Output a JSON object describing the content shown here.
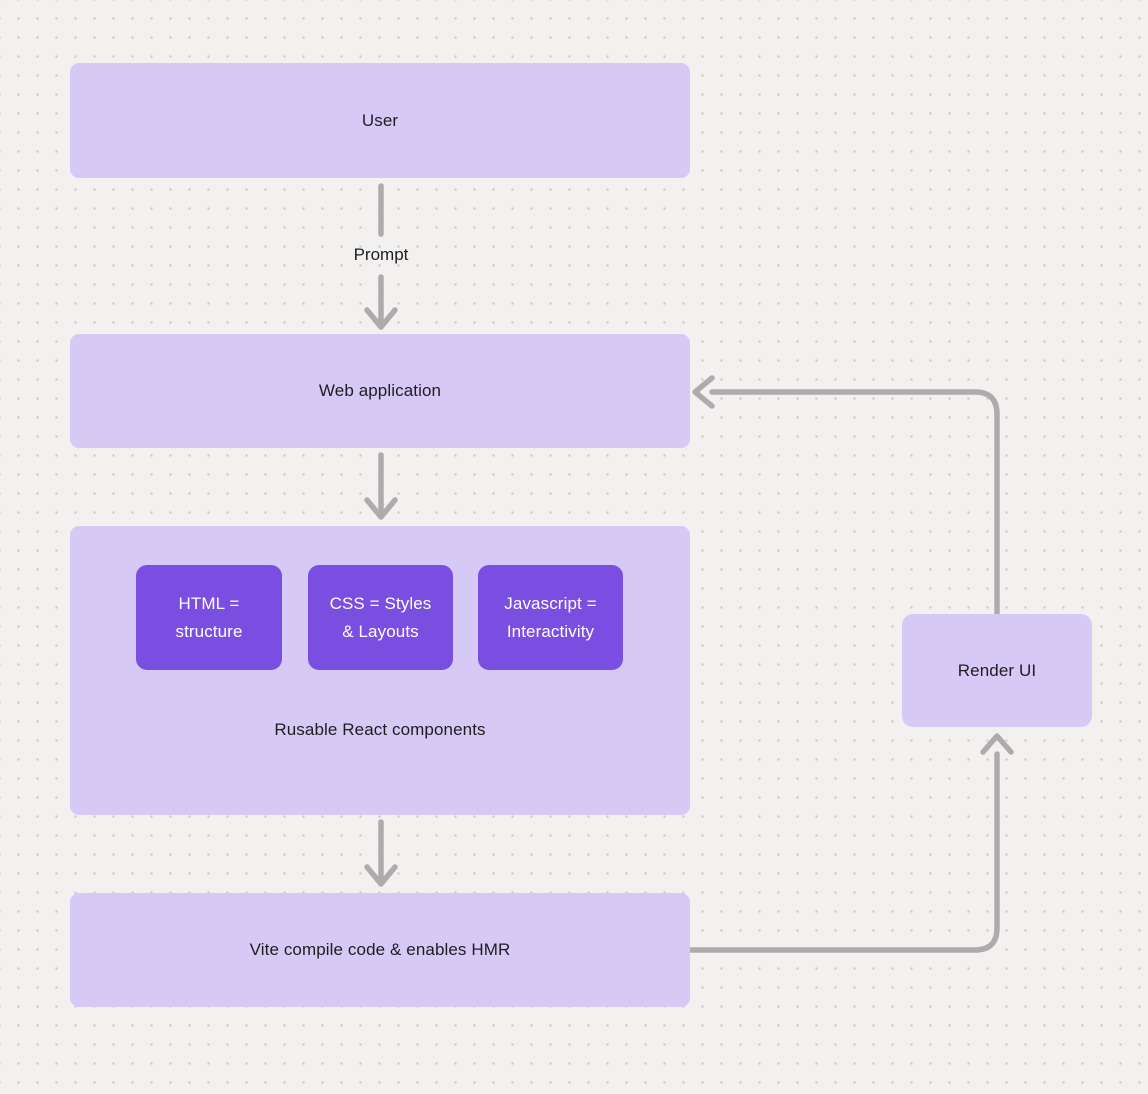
{
  "diagram": {
    "title_hint": "React + Vite rendering flow",
    "colors": {
      "canvas_background": "#f2f1ef",
      "dot_grid": "#c9c7c5",
      "node_fill": "#d7c9f6",
      "chip_fill": "#7b4ee2",
      "chip_text": "#ffffff",
      "connector": "#adabab",
      "text": "#1e1e20"
    },
    "nodes": {
      "user": {
        "label": "User"
      },
      "web_application": {
        "label": "Web application"
      },
      "components_group": {
        "caption": "Rusable React components",
        "items": [
          {
            "lines": [
              "HTML =",
              "structure"
            ]
          },
          {
            "lines": [
              "CSS = Styles",
              "& Layouts"
            ]
          },
          {
            "lines": [
              "Javascript =",
              "Interactivity"
            ]
          }
        ]
      },
      "vite": {
        "label": "Vite compile code & enables HMR"
      },
      "render_ui": {
        "label": "Render UI"
      }
    },
    "edges": {
      "user_to_webapp": {
        "label": "Prompt"
      },
      "webapp_to_components": {
        "label": ""
      },
      "components_to_vite": {
        "label": ""
      },
      "vite_to_render": {
        "label": ""
      },
      "render_to_webapp": {
        "label": ""
      }
    }
  }
}
